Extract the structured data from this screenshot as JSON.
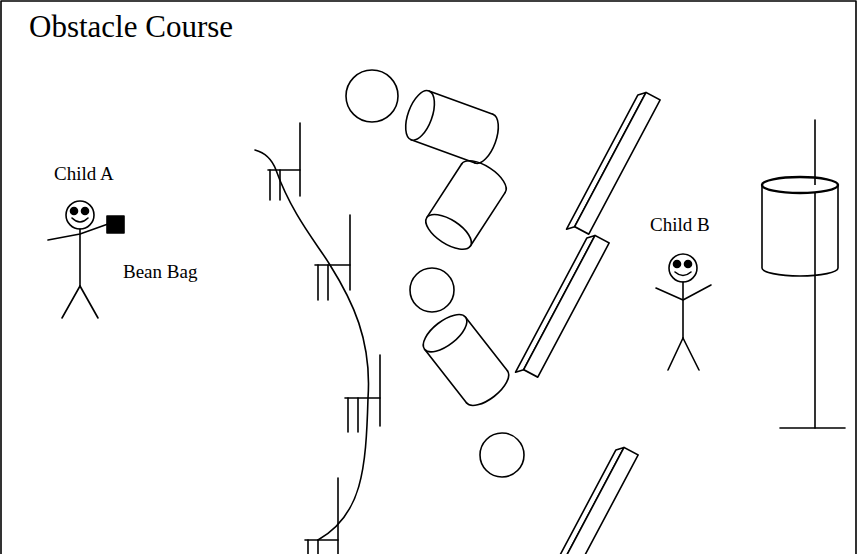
{
  "diagram": {
    "title": "Obstacle Course",
    "labels": [
      "Child A",
      "Bean Bag",
      "Child B"
    ]
  }
}
